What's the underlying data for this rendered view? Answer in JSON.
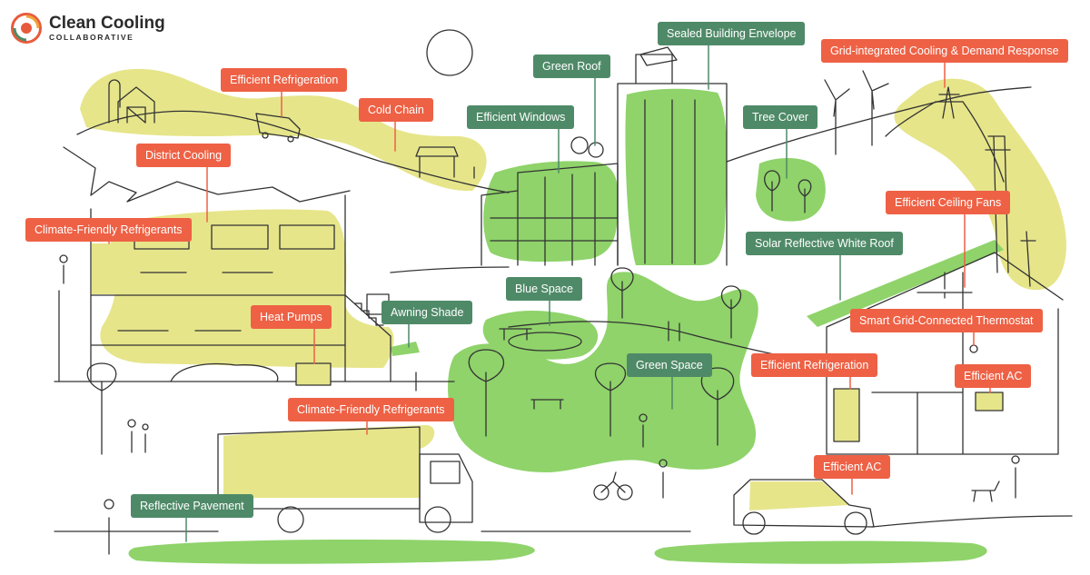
{
  "brand": {
    "title": "Clean Cooling",
    "subtitle": "COLLABORATIVE"
  },
  "colors": {
    "solution_red": "#ee6145",
    "solution_green": "#4f8a68",
    "highlight_yellow": "#e6e58a",
    "highlight_green": "#8fd36a",
    "line": "#333333"
  },
  "labels": {
    "efficient_refrigeration_farm": "Efficient Refrigeration",
    "cold_chain": "Cold Chain",
    "district_cooling": "District Cooling",
    "climate_friendly_refrigerants_top": "Climate-Friendly Refrigerants",
    "heat_pumps": "Heat Pumps",
    "awning_shade": "Awning Shade",
    "climate_friendly_refrigerants_truck": "Climate-Friendly Refrigerants",
    "reflective_pavement": "Reflective Pavement",
    "green_roof": "Green Roof",
    "efficient_windows": "Efficient Windows",
    "sealed_building_envelope": "Sealed Building Envelope",
    "tree_cover": "Tree Cover",
    "grid_integrated_cooling": "Grid-integrated Cooling & Demand Response",
    "efficient_ceiling_fans": "Efficient Ceiling Fans",
    "solar_reflective_white_roof": "Solar Reflective White Roof",
    "smart_grid_thermostat": "Smart Grid-Connected Thermostat",
    "efficient_refrigeration_house": "Efficient Refrigeration",
    "efficient_ac_house": "Efficient AC",
    "blue_space": "Blue Space",
    "green_space": "Green Space",
    "efficient_ac_car": "Efficient AC"
  }
}
